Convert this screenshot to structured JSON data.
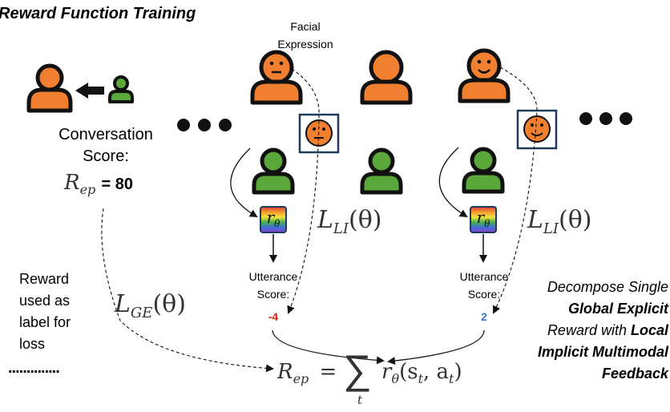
{
  "title": "Reward Function Training",
  "facial_label": "Facial\nExpression",
  "conversation_score": {
    "line1": "Conversation",
    "line2": "Score:",
    "symbol": "R",
    "symbol_sub": "ep",
    "value": "= 80"
  },
  "losses": {
    "local_left": "L",
    "local_left_sub": "LI",
    "local_left_arg": "(θ)",
    "local_right": "L",
    "local_right_sub": "LI",
    "local_right_arg": "(θ)",
    "global": "L",
    "global_sub": "GE",
    "global_arg": "(θ)"
  },
  "reward_model_symbol": "r",
  "reward_model_sub": "θ",
  "utterance_left": {
    "line1": "Utterance",
    "line2": "Score:",
    "value": "-4"
  },
  "utterance_right": {
    "line1": "Utterance",
    "line2": "Score:",
    "value": "2"
  },
  "side_note": [
    "Reward",
    "used as",
    "label for",
    "loss"
  ],
  "dots_line": "..............",
  "equation": {
    "lhs": "R",
    "lhs_sub": "ep",
    "eq": "=",
    "sum_sub": "t",
    "rhs": "r",
    "rhs_sub": "θ",
    "rhs_args": "(s",
    "rhs_args_sub1": "t",
    "rhs_args_mid": ", a",
    "rhs_args_sub2": "t",
    "rhs_args_end": ")"
  },
  "right_note": {
    "l1": "Decompose Single",
    "l2": "Global Explicit",
    "l3a": "Reward with ",
    "l3b": "Local",
    "l4": "Implicit Multimodal",
    "l5": "Feedback"
  },
  "colors": {
    "orange": "#f08030",
    "green": "#5aa83a",
    "outline": "#111111",
    "box": "#1f3b5c",
    "negative": "#d9261c",
    "positive": "#4472c4"
  },
  "icons": [
    "person-orange-icon",
    "person-green-icon",
    "arrow-left-icon",
    "ellipsis-dots-icon",
    "neutral-face-icon",
    "smile-face-icon",
    "rainbow-reward-model-icon"
  ]
}
